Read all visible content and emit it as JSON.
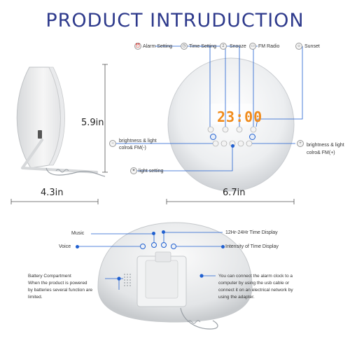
{
  "title": "PRODUCT INTRUDUCTION",
  "dimensions": {
    "height": "5.9in",
    "depth": "4.3in",
    "width": "6.7in"
  },
  "front_labels": {
    "alarm_setting": "Alarm Setting",
    "time_setting": "Time Setting",
    "snooze": "Snooze",
    "fm_radio": "FM Radio",
    "sunset": "Sunset",
    "brightness_minus_line1": "brightness & light",
    "brightness_minus_line2": "colro& FM(-)",
    "brightness_plus_line1": "brightness & light",
    "brightness_plus_line2": "colro& FM(+)",
    "light_setting": "light setting"
  },
  "clock_display": "23:00",
  "back_labels": {
    "music": "Music",
    "voice": "Voice",
    "time_display_12_24": "12Hr-24Hr Time Display",
    "intensity": "Intensity of Time Display",
    "battery_line1": "Battery Compartment",
    "battery_line2": "When the product is powered",
    "battery_line3": "by batteries several function are",
    "battery_line4": "limited.",
    "power_line1": "You can connect the alarm clock to a",
    "power_line2": "computer by using the usb cable or",
    "power_line3": "connect it on an electrical network by",
    "power_line4": "using the adapter."
  },
  "colors": {
    "title": "#2e3a8c",
    "accent": "#1f5fd0",
    "display": "#f08a1a"
  }
}
